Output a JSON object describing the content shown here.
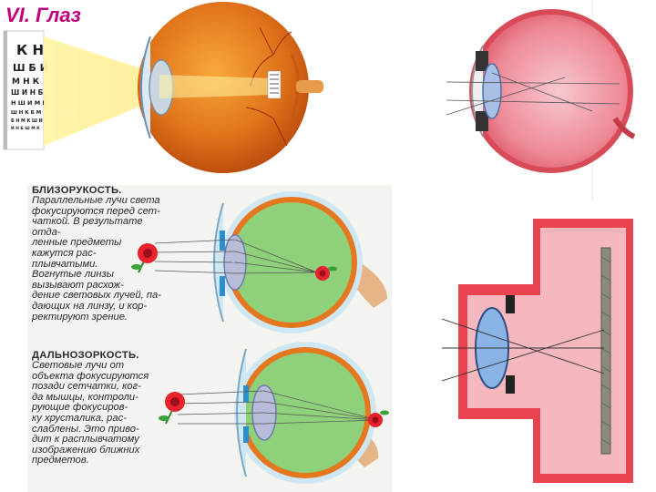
{
  "title": "VI. Глаз",
  "eye_chart": {
    "rows": [
      "К Н",
      "Ш Б И",
      "М Н К",
      "Ш И Н Б",
      "Н Ш И М К",
      "Ш Н К Б М",
      "Б Н М К Ш И",
      "И Н Б Ш М К"
    ]
  },
  "myopia": {
    "heading": "БЛИЗОРУКОСТЬ.",
    "lines": [
      "Параллельные лучи света",
      "фокусируются перед сет-",
      "чаткой. В результате отда-",
      "ленные предметы",
      "кажутся рас-",
      "плывчатыми.",
      "Вогнутые линзы",
      "вызывают расхож-",
      "дение световых лучей, па-",
      "дающих на линзу, и кор-",
      "ректируют зрение."
    ]
  },
  "hyperopia": {
    "heading": "ДАЛЬНОЗОРКОСТЬ.",
    "lines": [
      "Световые лучи от",
      "объекта фокусируются",
      "позади сетчатки, ког-",
      "да мышцы, контроли-",
      "рующие фокусиров-",
      "ку хрусталика, рас-",
      "слаблены. Это приво-",
      "дит к расплывчатому",
      "изображению ближних",
      "предметов."
    ]
  },
  "colors": {
    "title": "#c0007a",
    "eyeball_orange": "#e0731a",
    "camera_red": "#e8434f",
    "eye_green": "#8fd07a"
  }
}
